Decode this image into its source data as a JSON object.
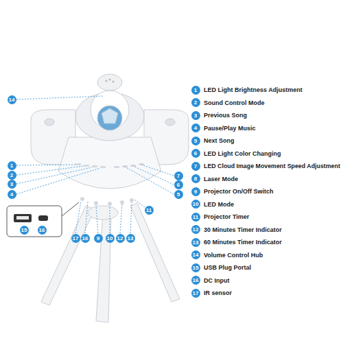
{
  "diagram": {
    "labels": [
      "14",
      "1",
      "2",
      "3",
      "4",
      "7",
      "6",
      "5",
      "17",
      "16",
      "9",
      "10",
      "12",
      "13",
      "11",
      "15",
      "16",
      "1",
      "LED Light Brightness Adjustment",
      "2",
      "Sound Control Mode",
      "3",
      "Previous Song",
      "4",
      "Pause/Play Music",
      "5",
      "Next Song",
      "6",
      "LED Light Color Changing",
      "7",
      "LED Cloud Image Movement Speed Adjustment",
      "8",
      "Laser Mode",
      "9",
      "Projector On/Off Switch",
      "10",
      "LED Mode",
      "11",
      "Projector Timer",
      "12",
      "30 Minutes Timer Indicator",
      "13",
      "60 Minutes Timer Indicator",
      "14",
      "Volume Control Hub",
      "15",
      "USB Plug Portal",
      "16",
      "DC Input",
      "17",
      "IR sensor"
    ]
  }
}
